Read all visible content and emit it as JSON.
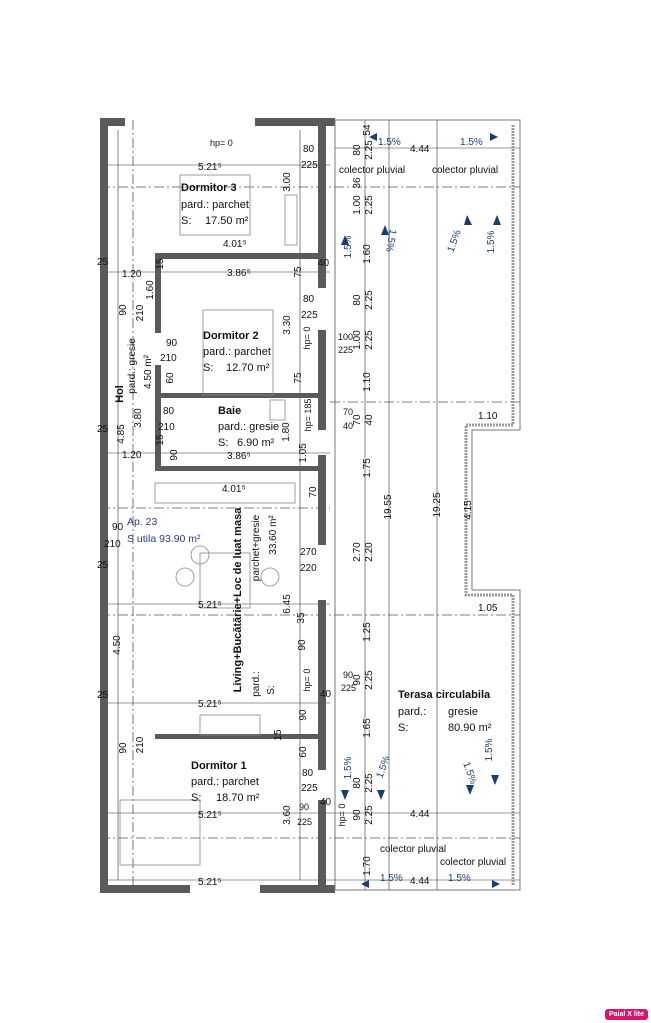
{
  "apartment": {
    "label": "Ap. 23",
    "area": "S utila 93.90 m²"
  },
  "rooms": {
    "dormitor3": {
      "name": "Dormitor 3",
      "floor": "pard.: parchet",
      "area_label": "S:",
      "area": "17.50 m²"
    },
    "dormitor2": {
      "name": "Dormitor 2",
      "floor": "pard.: parchet",
      "area_label": "S:",
      "area": "12.70 m²"
    },
    "baie": {
      "name": "Baie",
      "floor": "pard.: gresie",
      "area_label": "S:",
      "area": "6.90 m²"
    },
    "hol": {
      "name": "Hol",
      "floor": "pard.: gresie",
      "area": "4.50 m²",
      "height": "3.80"
    },
    "living": {
      "name": "Living+Bucătărie+Loc de luat masa",
      "floor_value": "parchet+gresie",
      "area": "33.60 m²",
      "floor": "pard.:",
      "area_label": "S:"
    },
    "dormitor1": {
      "name": "Dormitor 1",
      "floor": "pard.: parchet",
      "area_label": "S:",
      "area": "18.70 m²"
    },
    "terasa": {
      "name": "Terasa circulabila",
      "floor": "pard.:",
      "floor_value": "gresie",
      "area_label": "S:",
      "area": "80.90 m²"
    }
  },
  "dims": [
    "hp= 0",
    "5.21⁵",
    "80",
    "225",
    "3.00",
    "4.01⁵",
    "3.86⁵",
    "1.20",
    "1.60",
    "15",
    "75",
    "40",
    "80",
    "225",
    "90",
    "210",
    "90",
    "210",
    "3.30",
    "hp= 0",
    "100",
    "225",
    "60",
    "75",
    "4.85",
    "80",
    "210",
    "1.20",
    "90",
    "15",
    "3.86⁵",
    "1.80",
    "1.05",
    "hp= 185",
    "70",
    "40",
    "4.01⁵",
    "70",
    "270",
    "220",
    "6.45",
    "35",
    "90",
    "hp= 0",
    "90",
    "225",
    "40",
    "5.21⁵",
    "4.50",
    "5.21⁵",
    "90",
    "15",
    "90",
    "210",
    "60",
    "80",
    "225",
    "40",
    "5.21⁵",
    "3.60",
    "90",
    "225",
    "hp= 0",
    "5.21⁵",
    "90",
    "210",
    "25",
    "25",
    "25",
    "25"
  ],
  "terrace_dims": [
    "54",
    "80",
    "2.25",
    "36",
    "1.00",
    "2.25",
    "1.60",
    "80",
    "2.25",
    "1.00",
    "2.25",
    "1.10",
    "70",
    "40",
    "1.75",
    "2.70",
    "2.20",
    "1.25",
    "90",
    "2.25",
    "1.65",
    "80",
    "2.25",
    "90",
    "2.25",
    "1.70",
    "19.55",
    "19.25",
    "4.15",
    "1.10",
    "1.05",
    "4.44",
    "4.44",
    "4.44"
  ],
  "collectors": [
    "colector pluvial",
    "colector pluvial",
    "colector pluvial",
    "colector pluvial"
  ],
  "slopes": [
    "1.5%",
    "1.5%",
    "1.5%",
    "1.5%",
    "1.5%",
    "1.5%",
    "1.5%",
    "1.5%",
    "1.5%",
    "1.5%",
    "1.5%",
    "1.5%"
  ],
  "colors": {
    "wall": "#5a5a5a",
    "slope_arrow": "#1b3d6e",
    "apartment_label": "#2b3a8c",
    "badge": "#d4166e"
  },
  "badge": "Paial X lite"
}
